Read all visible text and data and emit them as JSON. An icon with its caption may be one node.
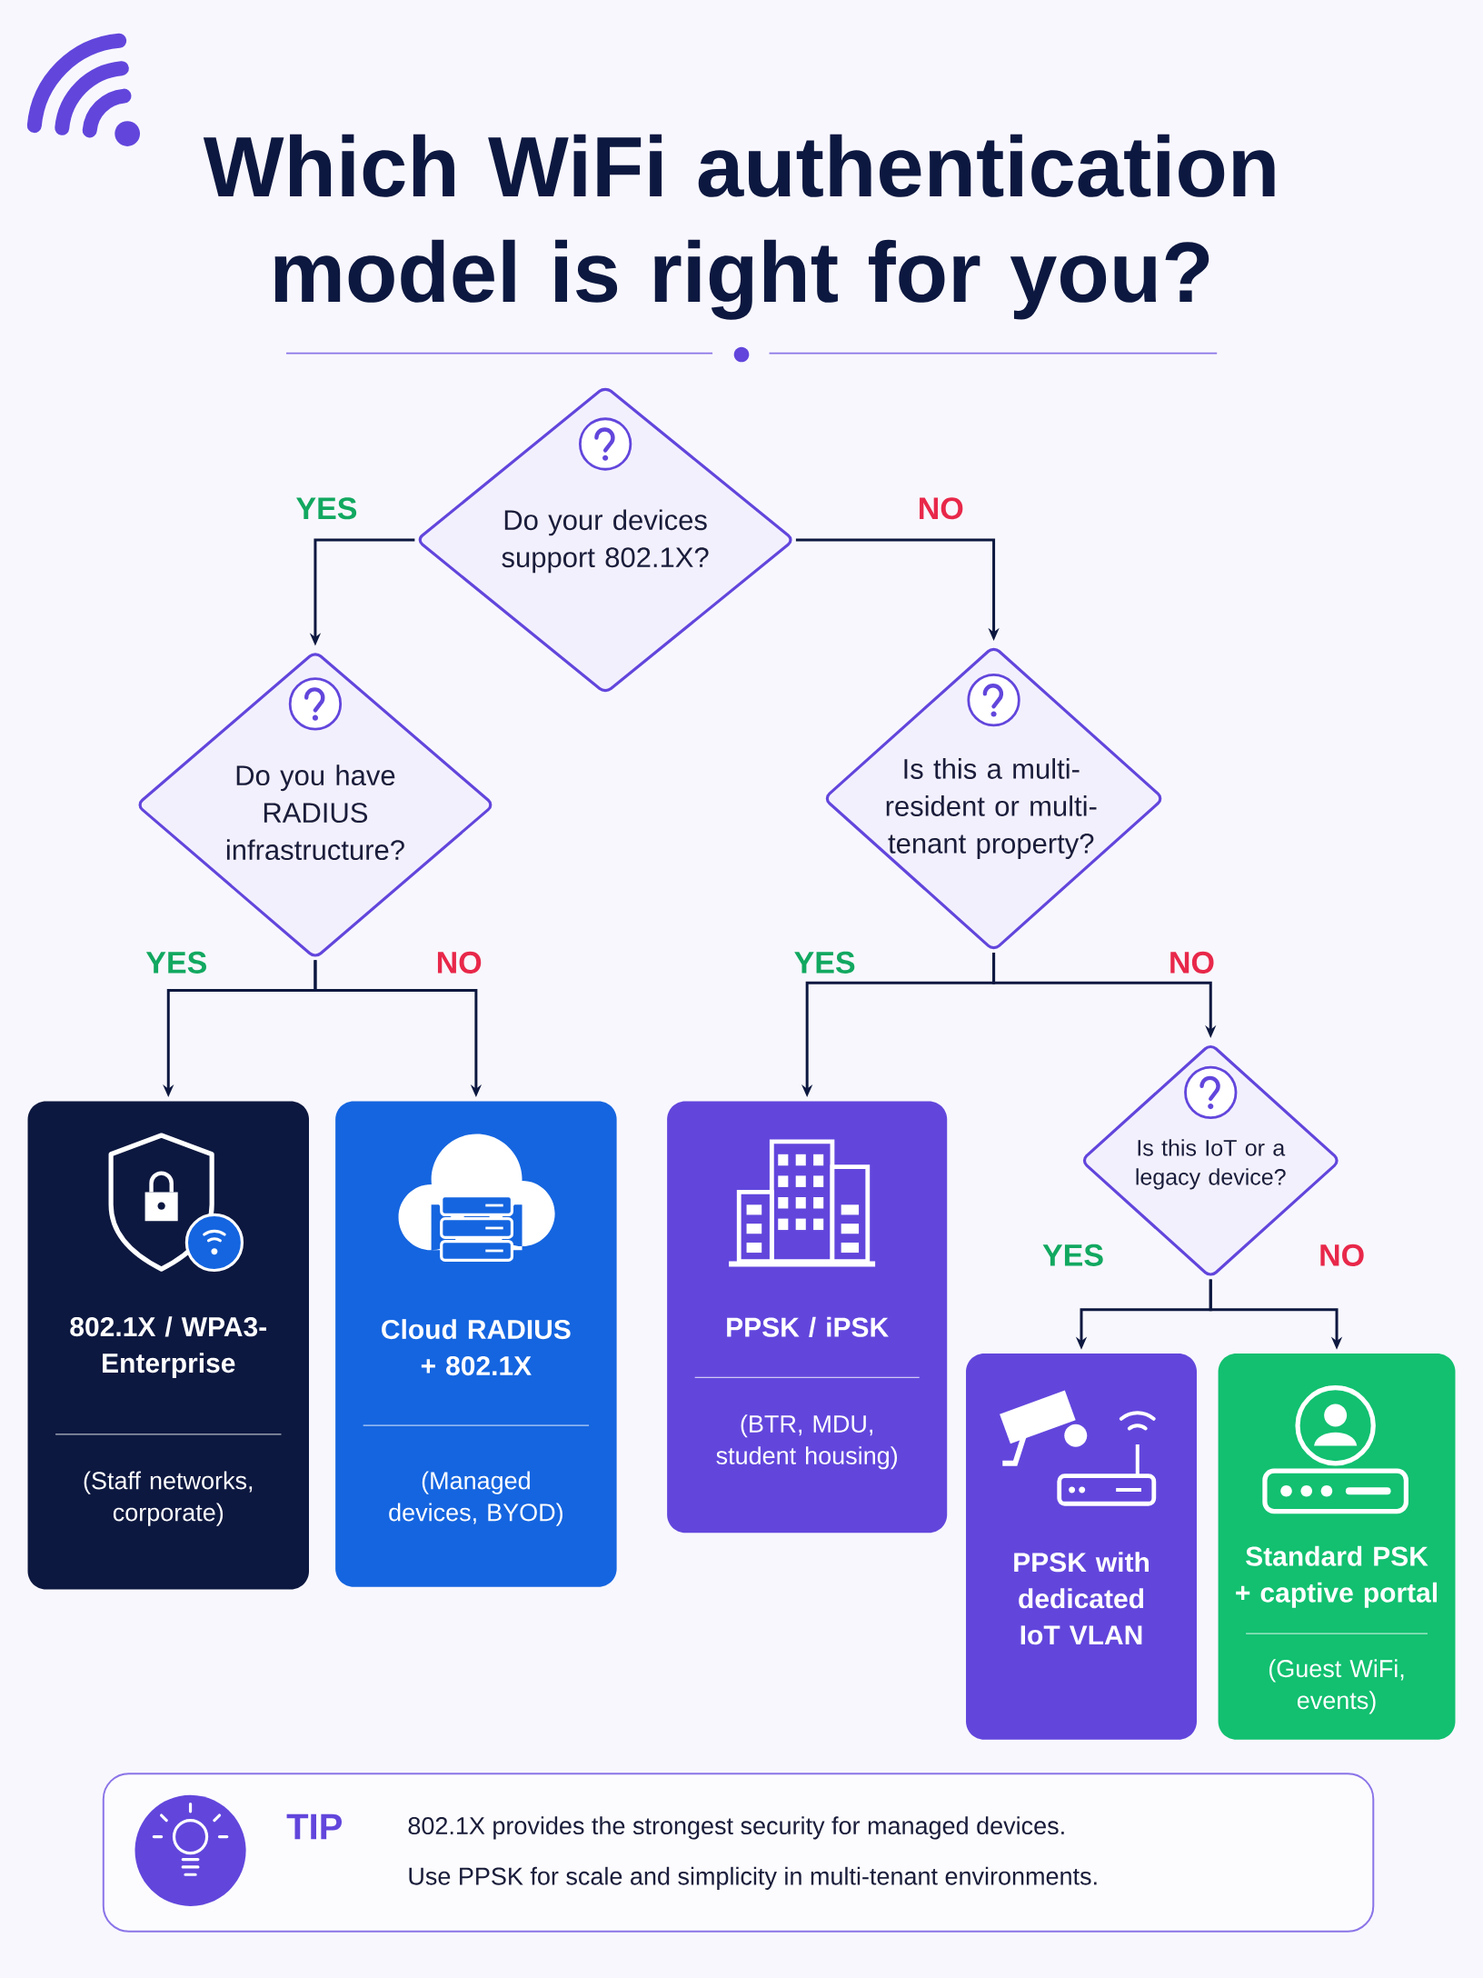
{
  "diagram": {
    "title": "Which WiFi authentication model is right for you?",
    "nodes": [
      {
        "text": [
          "Do your devices support 802.1X?"
        ]
      },
      {
        "text": [
          "Do you have RADIUS infrastructure?"
        ]
      },
      {
        "text": [
          "Is this a multi-resident or multi-tenant property?"
        ]
      },
      {
        "text": [
          "802.1X / WPA3-Enterprise",
          "(Staff networks, corporate)"
        ]
      },
      {
        "text": [
          "Cloud RADIUS + 802.1X",
          "(Managed devices, BYOD)"
        ]
      },
      {
        "text": [
          "PPSK / iPSK",
          "(BTR, MDU, student housing)"
        ]
      },
      {
        "text": [
          "Is this IoT or a legacy device?"
        ]
      },
      {
        "text": [
          "PPSK with dedicated IoT VLAN"
        ]
      },
      {
        "text": [
          "Standard PSK + captive portal",
          "(Guest WiFi, events)"
        ]
      },
      {
        "text": [
          "TIP",
          "802.1X provides the strongest security for managed devices.",
          "Use PPSK for scale and simplicity in multi-tenant environments."
        ]
      }
    ],
    "edges": [
      {
        "from": 0,
        "to": 1,
        "arrow": "to",
        "label": "YES"
      },
      {
        "from": 0,
        "to": 2,
        "arrow": "to",
        "label": "NO"
      },
      {
        "from": 1,
        "to": 3,
        "arrow": "to",
        "label": "YES"
      },
      {
        "from": 1,
        "to": 4,
        "arrow": "to",
        "label": "NO"
      },
      {
        "from": 2,
        "to": 5,
        "arrow": "to",
        "label": "YES"
      },
      {
        "from": 2,
        "to": 6,
        "arrow": "to",
        "label": "NO"
      },
      {
        "from": 6,
        "to": 7,
        "arrow": "to",
        "label": "YES"
      },
      {
        "from": 6,
        "to": 8,
        "arrow": "to",
        "label": "NO"
      }
    ]
  }
}
